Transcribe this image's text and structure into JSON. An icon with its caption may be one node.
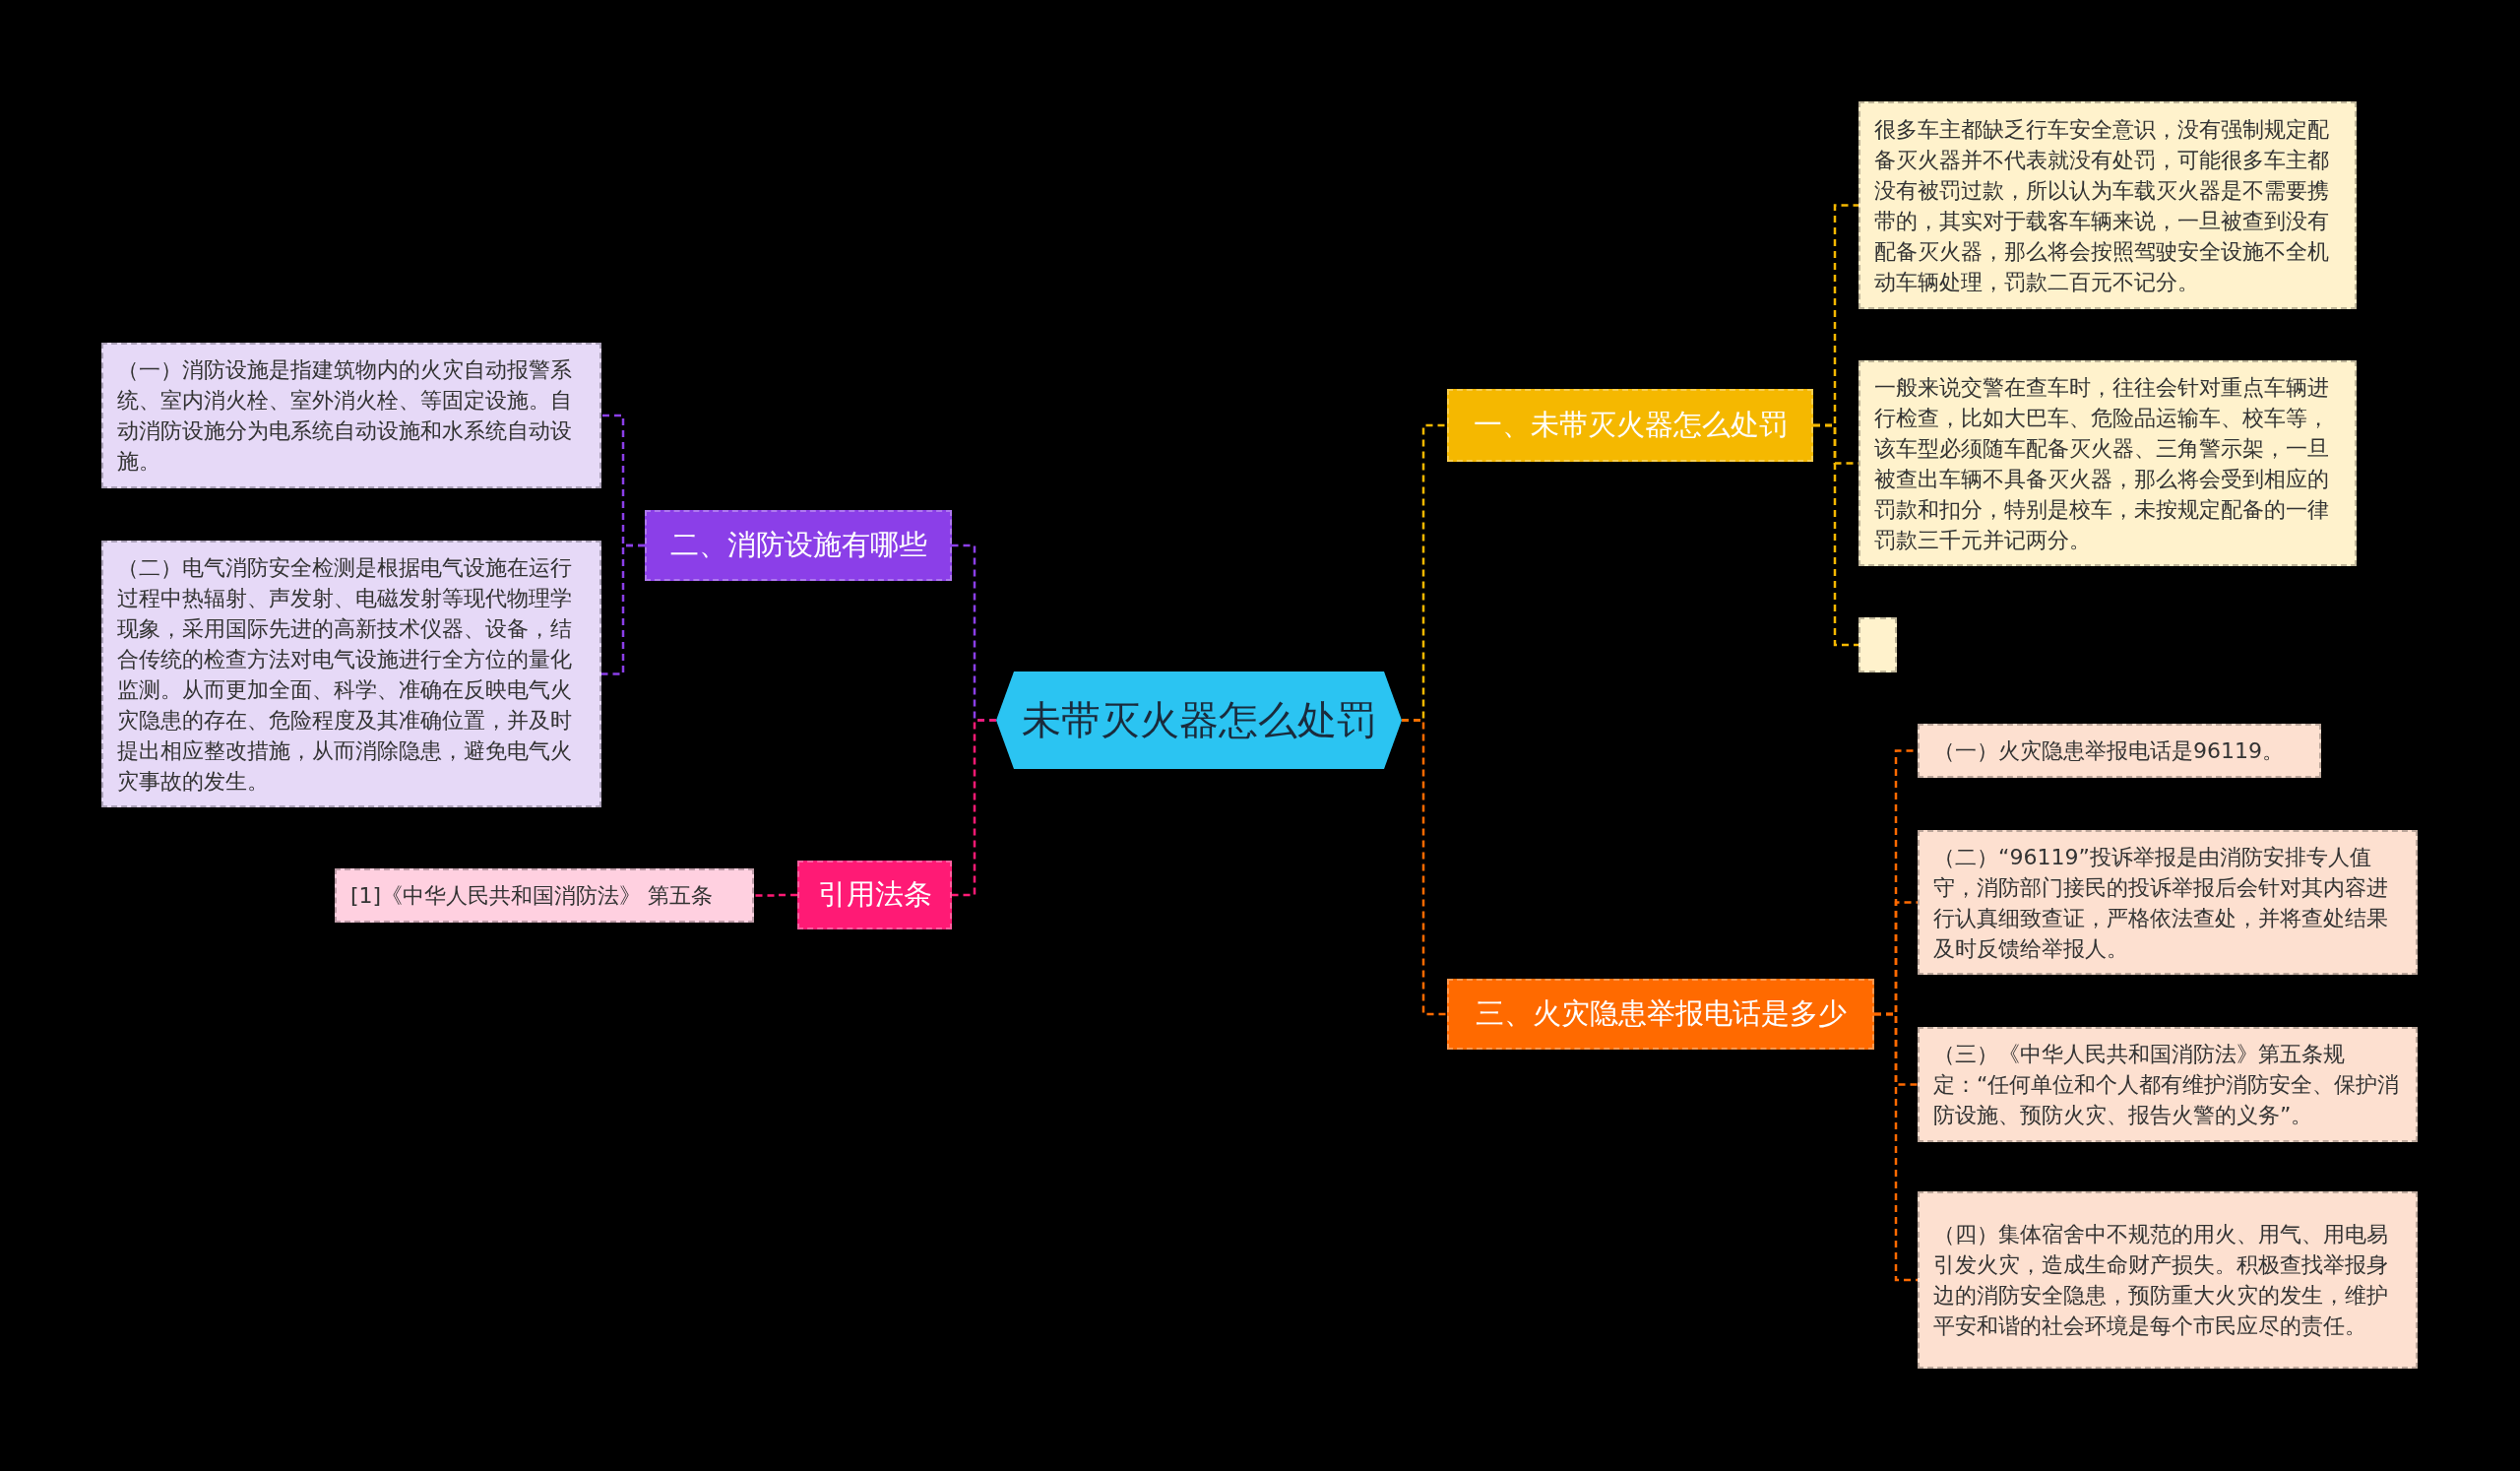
{
  "diagram": {
    "nodes": [
      {
        "text": [
          "未带灭火器怎么处罚"
        ]
      },
      {
        "text": [
          "一、未带灭火器怎么处罚"
        ]
      },
      {
        "text": [
          "很多车主都缺乏行车安全意识，没有强制规定配备灭火器并不代表就没有处罚，可能很多车主都没有被罚过款，所以认为车载灭火器是不需要携带的，其实对于载客车辆来说，一旦被查到没有配备灭火器，那么将会按照驾驶安全设施不全机动车辆处理，罚款二百元不记分。"
        ]
      },
      {
        "text": [
          "一般来说交警在查车时，往往会针对重点车辆进行检查，比如大巴车、危险品运输车、校车等，该车型必须随车配备灭火器、三角警示架，一旦被查出车辆不具备灭火器，那么将会受到相应的罚款和扣分，特别是校车，未按规定配备的一律罚款三千元并记两分。"
        ]
      },
      {
        "text": [],
        "shape": "box"
      },
      {
        "text": [
          "三、火灾隐患举报电话是多少"
        ]
      },
      {
        "text": [
          "（一）火灾隐患举报电话是96119。"
        ]
      },
      {
        "text": [
          "（二）“96119”投诉举报是由消防安排专人值守，消防部门接民的投诉举报后会针对其内容进行认真细致查证，严格依法查处，并将查处结果及时反馈给举报人。"
        ]
      },
      {
        "text": [
          "（三）《中华人民共和国消防法》第五条规定：“任何单位和个人都有维护消防安全、保护消防设施、预防火灾、报告火警的义务”。"
        ]
      },
      {
        "text": [
          "（四）集体宿舍中不规范的用火、用气、用电易引发火灾，造成生命财产损失。积极查找举报身边的消防安全隐患，预防重大火灾的发生，维护平安和谐的社会环境是每个市民应尽的责任。"
        ]
      },
      {
        "text": [
          "二、消防设施有哪些"
        ]
      },
      {
        "text": [
          "（一）消防设施是指建筑物内的火灾自动报警系统、室内消火栓、室外消火栓、等固定设施。自动消防设施分为电系统自动设施和水系统自动设施。"
        ]
      },
      {
        "text": [
          "（二）电气消防安全检测是根据电气设施在运行过程中热辐射、声发射、电磁发射等现代物理学现象，采用国际先进的高新技术仪器、设备，结合传统的检查方法对电气设施进行全方位的量化监测。从而更加全面、科学、准确在反映电气火灾隐患的存在、危险程度及其准确位置，并及时提出相应整改措施，从而消除隐患，避免电气火灾事故的发生。"
        ]
      },
      {
        "text": [
          "引用法条"
        ]
      },
      {
        "text": [
          "[1]《中华人民共和国消防法》 第五条"
        ]
      }
    ],
    "edges": [
      {
        "from": 0,
        "to": 1,
        "arrow": "none",
        "style": "dashed",
        "color": "#f5b800"
      },
      {
        "from": 1,
        "to": 2,
        "arrow": "none",
        "style": "dashed",
        "color": "#f5b800"
      },
      {
        "from": 1,
        "to": 3,
        "arrow": "none",
        "style": "dashed",
        "color": "#f5b800"
      },
      {
        "from": 1,
        "to": 4,
        "arrow": "none",
        "style": "dashed",
        "color": "#f5b800"
      },
      {
        "from": 0,
        "to": 5,
        "arrow": "none",
        "style": "dashed",
        "color": "#ff6a00"
      },
      {
        "from": 5,
        "to": 6,
        "arrow": "none",
        "style": "dashed",
        "color": "#ff6a00"
      },
      {
        "from": 5,
        "to": 7,
        "arrow": "none",
        "style": "dashed",
        "color": "#ff6a00"
      },
      {
        "from": 5,
        "to": 8,
        "arrow": "none",
        "style": "dashed",
        "color": "#ff6a00"
      },
      {
        "from": 5,
        "to": 9,
        "arrow": "none",
        "style": "dashed",
        "color": "#ff6a00"
      },
      {
        "from": 0,
        "to": 10,
        "arrow": "none",
        "style": "dashed",
        "color": "#8b3fe8"
      },
      {
        "from": 10,
        "to": 11,
        "arrow": "none",
        "style": "dashed",
        "color": "#8b3fe8"
      },
      {
        "from": 10,
        "to": 12,
        "arrow": "none",
        "style": "dashed",
        "color": "#8b3fe8"
      },
      {
        "from": 0,
        "to": 13,
        "arrow": "none",
        "style": "dashed",
        "color": "#ff1a75"
      },
      {
        "from": 13,
        "to": 14,
        "arrow": "none",
        "style": "dashed",
        "color": "#ff1a75"
      }
    ]
  }
}
